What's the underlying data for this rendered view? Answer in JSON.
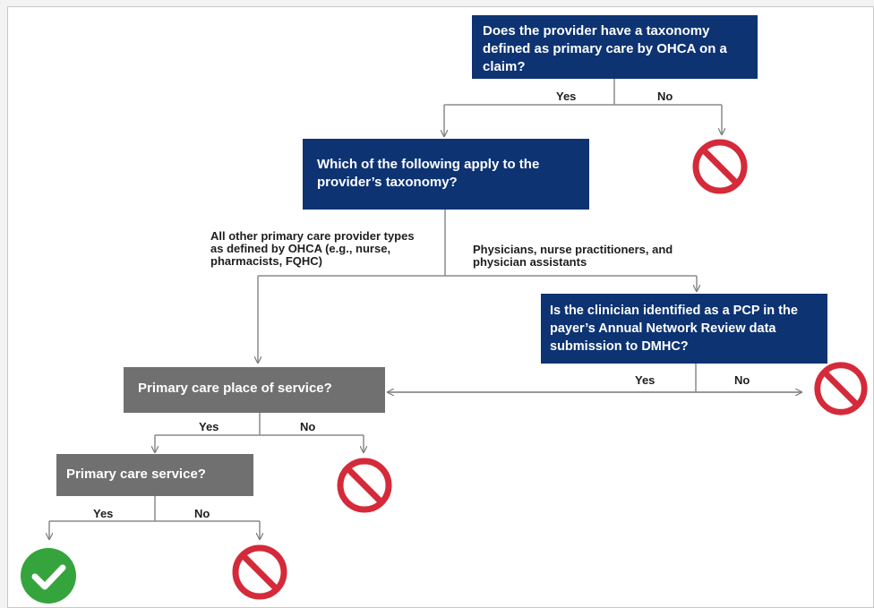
{
  "nodes": {
    "q1": "Does  the provider have a taxonomy defined as primary care by OHCA on a claim?",
    "q2": "Which of the following apply to the provider’s taxonomy?",
    "q3": "Is the clinician identified as a PCP in the payer’s Annual Network Review data submission to DMHC?",
    "q4": "Primary care place of service?",
    "q5": "Primary care service?"
  },
  "branches": {
    "q1_yes": "Yes",
    "q1_no": "No",
    "q2_left": "All other primary care provider types as defined by OHCA (e.g., nurse, pharmacists, FQHC)",
    "q2_right": "Physicians, nurse practitioners, and physician assistants",
    "q3_yes": "Yes",
    "q3_no": "No",
    "q4_yes": "Yes",
    "q4_no": "No",
    "q5_yes": "Yes",
    "q5_no": "No"
  },
  "icons": {
    "deny": "prohibited-icon",
    "approve": "checkmark-icon"
  },
  "colors": {
    "decision_box": "#0d3372",
    "service_box": "#707070",
    "deny": "#d42a3a",
    "approve": "#36a43c"
  }
}
